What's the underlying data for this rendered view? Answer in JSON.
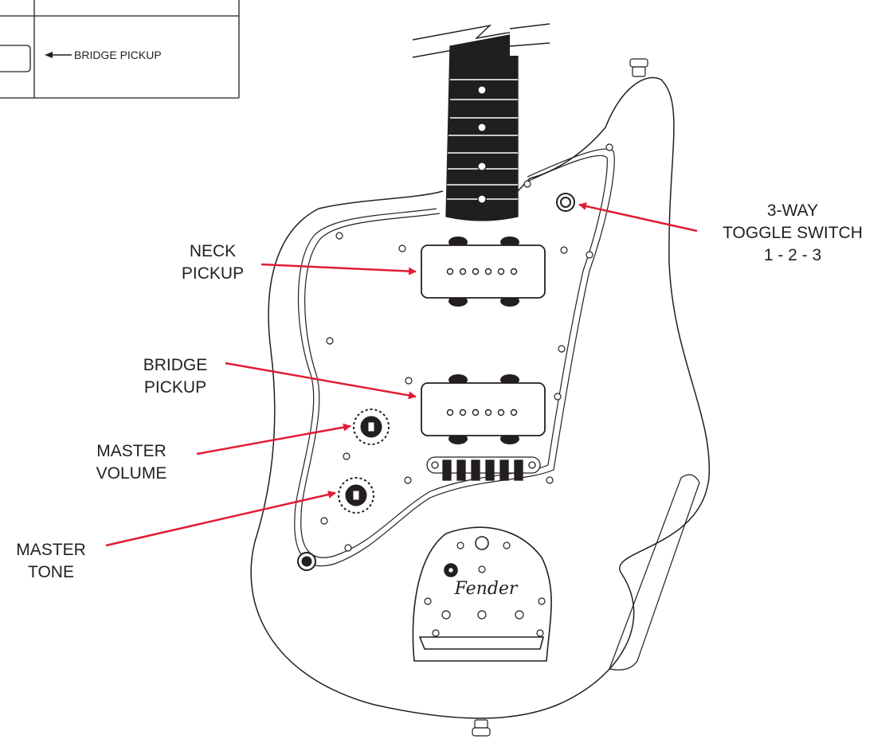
{
  "legend": {
    "row_label": "BRIDGE PICKUP"
  },
  "callouts": {
    "neck_pickup": [
      "NECK",
      "PICKUP"
    ],
    "bridge_pickup": [
      "BRIDGE",
      "PICKUP"
    ],
    "master_volume": [
      "MASTER",
      "VOLUME"
    ],
    "master_tone": [
      "MASTER",
      "TONE"
    ],
    "toggle_switch": [
      "3-WAY",
      "TOGGLE SWITCH",
      "1 - 2 - 3"
    ]
  },
  "plate_logo": "Fender",
  "colors": {
    "line": "#231f20",
    "arrow": "#e11d36"
  }
}
